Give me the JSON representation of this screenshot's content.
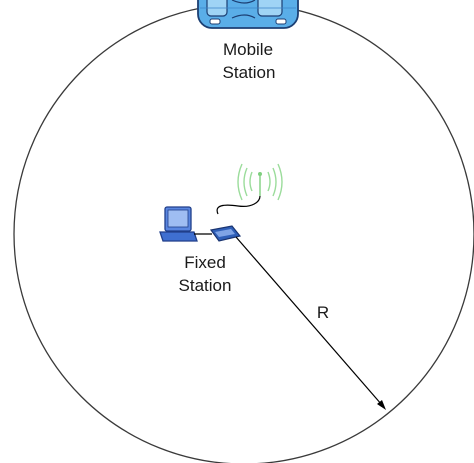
{
  "mobile_station": {
    "line1": "Mobile",
    "line2": "Station"
  },
  "fixed_station": {
    "line1": "Fixed",
    "line2": "Station"
  },
  "radius_label": "R",
  "colors": {
    "circle": "#3a3a3a",
    "car_body": "#5aaee8",
    "car_outline": "#1c3f73",
    "laptop": "#3f6fd0",
    "router": "#2f5fb8",
    "signal": "#9bdc9b",
    "line": "#000000"
  },
  "icons": [
    "car-icon",
    "laptop-icon",
    "router-icon",
    "wireless-signal-icon"
  ]
}
